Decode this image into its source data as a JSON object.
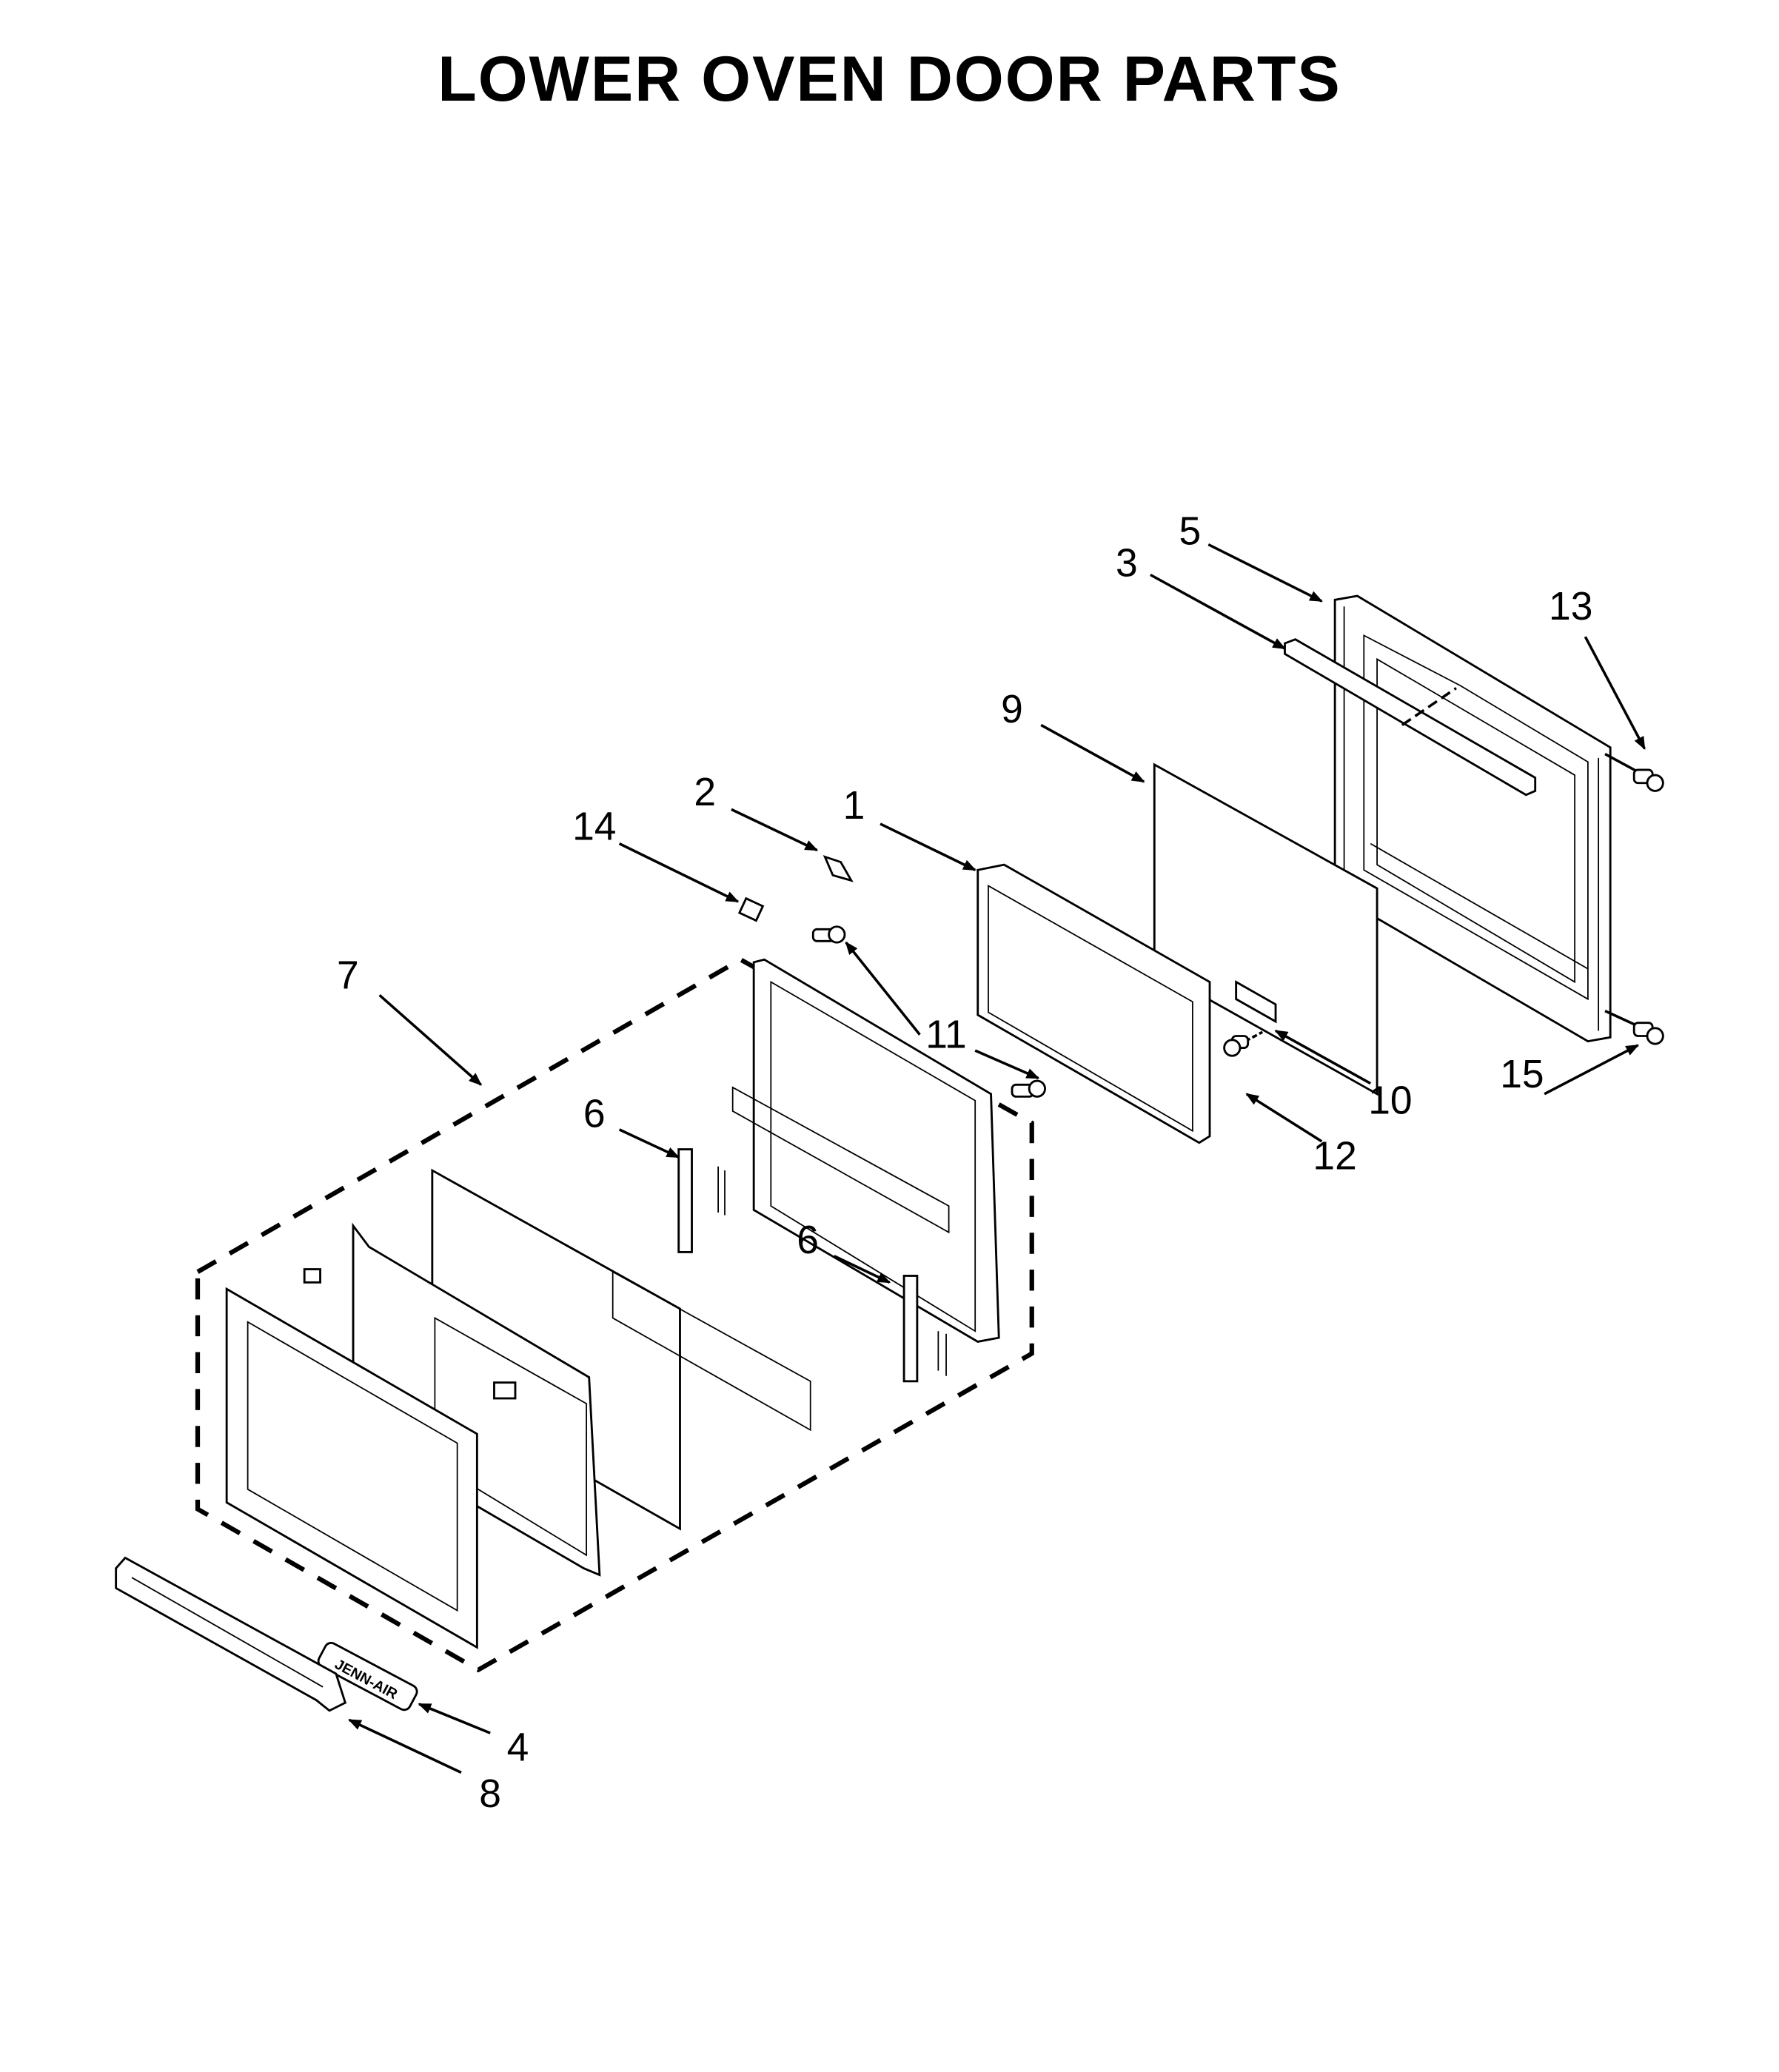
{
  "title": "LOWER OVEN DOOR PARTS",
  "logo_text": "JENN-AIR",
  "callouts": [
    {
      "id": "c1",
      "label": "1"
    },
    {
      "id": "c2",
      "label": "2"
    },
    {
      "id": "c3",
      "label": "3"
    },
    {
      "id": "c4",
      "label": "4"
    },
    {
      "id": "c5",
      "label": "5"
    },
    {
      "id": "c6a",
      "label": "6"
    },
    {
      "id": "c6b",
      "label": "6"
    },
    {
      "id": "c7",
      "label": "7"
    },
    {
      "id": "c8",
      "label": "8"
    },
    {
      "id": "c9",
      "label": "9"
    },
    {
      "id": "c10",
      "label": "10"
    },
    {
      "id": "c11",
      "label": "11"
    },
    {
      "id": "c12",
      "label": "12"
    },
    {
      "id": "c13",
      "label": "13"
    },
    {
      "id": "c14",
      "label": "14"
    },
    {
      "id": "c15",
      "label": "15"
    }
  ]
}
